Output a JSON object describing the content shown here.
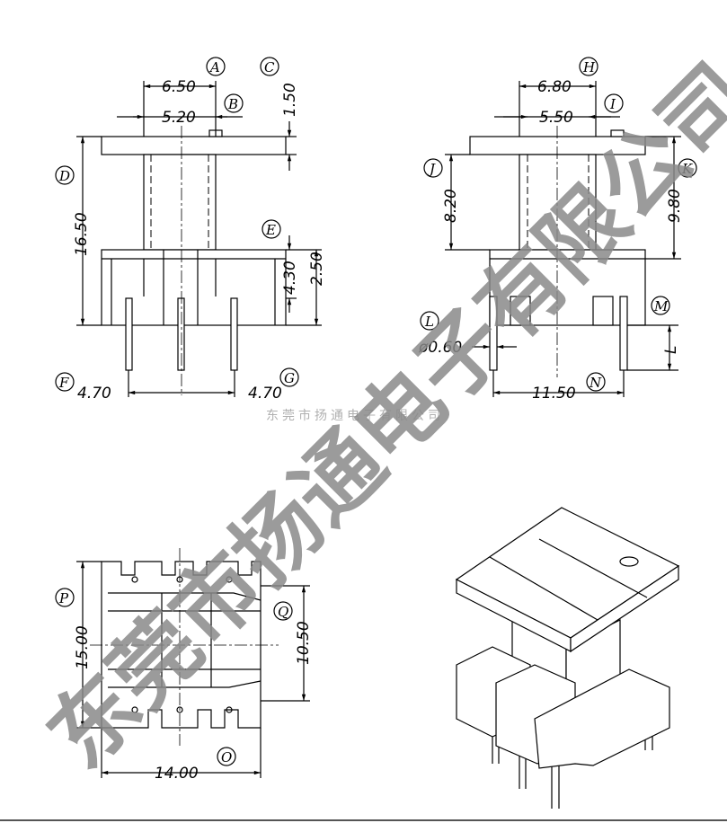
{
  "watermark": {
    "text": "东莞市扬通电子有限公司",
    "small_text": "东莞市扬通电子有限公司",
    "color": "#8a8a8a"
  },
  "front_view": {
    "dims": {
      "a": "6.50",
      "b": "5.20",
      "c": "1.50",
      "d": "16.50",
      "e": "4.30",
      "e2": "2.50",
      "f": "4.70",
      "g": "4.70"
    },
    "tags": {
      "a": "A",
      "b": "B",
      "c": "C",
      "d": "D",
      "e": "E",
      "f": "F",
      "g": "G"
    }
  },
  "side_view": {
    "dims": {
      "h": "6.80",
      "i": "5.50",
      "j": "8.20",
      "k": "9.80",
      "l": "ø0.60",
      "m": "L",
      "n": "11.50"
    },
    "tags": {
      "h": "H",
      "i": "I",
      "j": "J",
      "k": "K",
      "l": "L",
      "m": "M",
      "n": "N"
    }
  },
  "bottom_view": {
    "dims": {
      "p": "15.00",
      "q": "10.50",
      "o": "14.00"
    },
    "tags": {
      "p": "P",
      "q": "Q",
      "o": "O"
    }
  }
}
